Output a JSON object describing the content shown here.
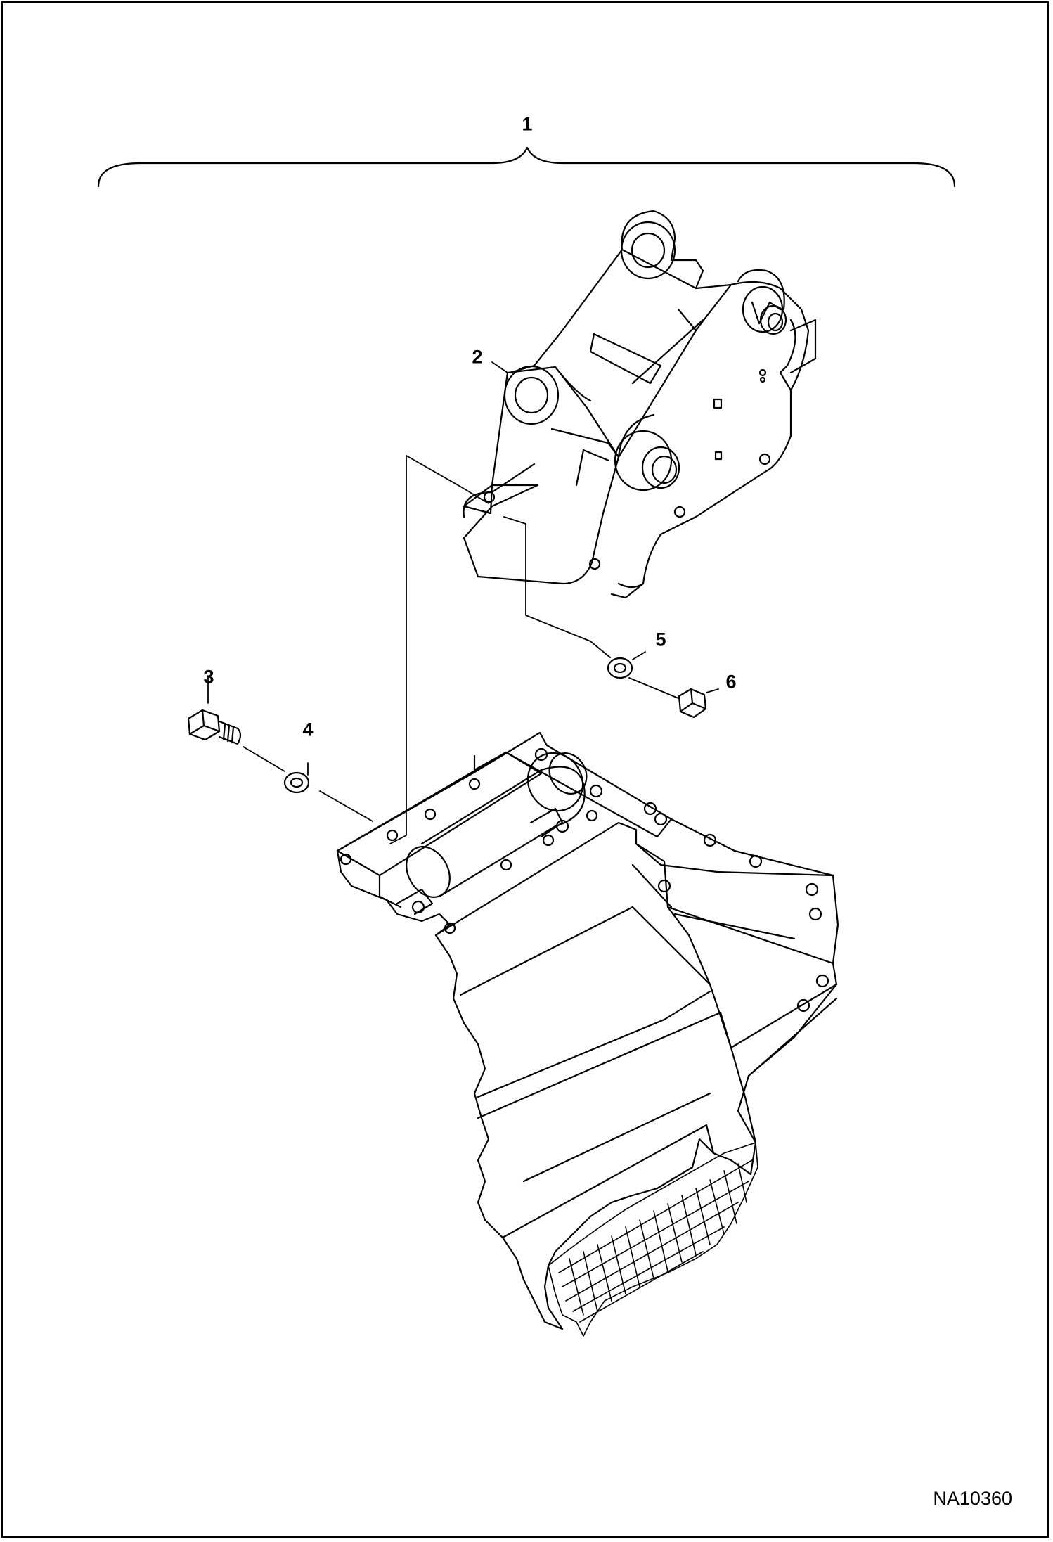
{
  "callouts": {
    "c1": "1",
    "c2": "2",
    "c3": "3",
    "c4": "4",
    "c5": "5",
    "c6": "6"
  },
  "drawing_number": "NA10360",
  "parts": {
    "p1": "attachment-assembly",
    "p2": "mounting-bracket",
    "p3": "bolt",
    "p4": "washer",
    "p5": "washer",
    "p6": "nut"
  },
  "colors": {
    "line": "#000000",
    "background": "#ffffff"
  }
}
